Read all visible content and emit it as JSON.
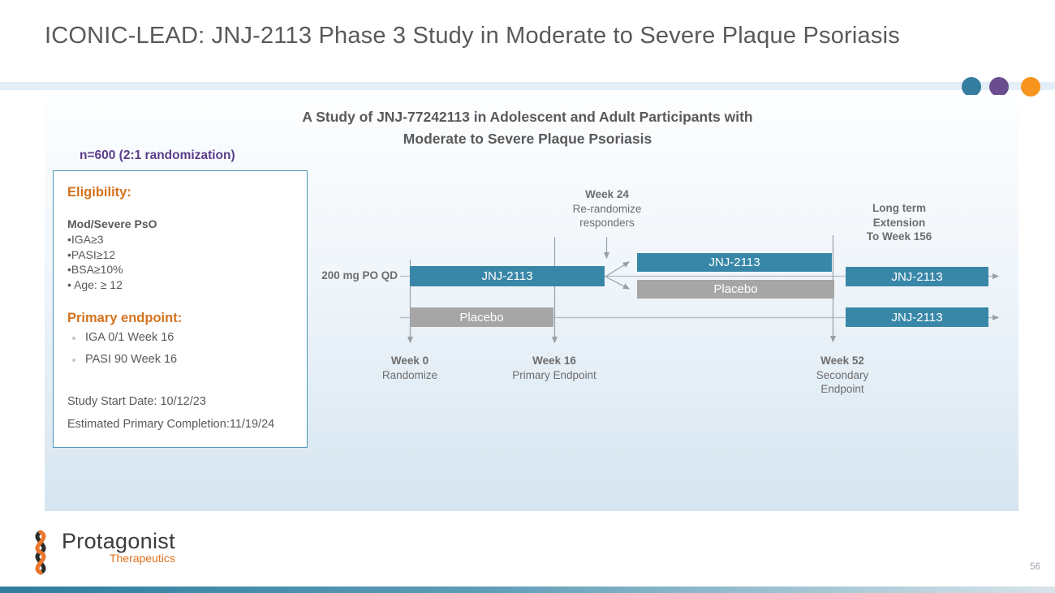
{
  "slide": {
    "title": "ICONIC-LEAD: JNJ-2113 Phase 3 Study in Moderate to Severe Plaque Psoriasis",
    "page_number": "56",
    "accent_dot_colors": {
      "teal": "#347d9e",
      "purple": "#6a4d8f",
      "orange": "#f7941e"
    }
  },
  "study_header": {
    "line1": "A Study of JNJ-77242113 in Adolescent and Adult Participants with",
    "line2": "Moderate to Severe Plaque Psoriasis",
    "randomization_note": "n=600 (2:1 randomization)"
  },
  "eligibility_box": {
    "eligibility_heading": "Eligibility:",
    "population": "Mod/Severe PsO",
    "criteria": [
      "•IGA≥3",
      "•PASI≥12",
      "•BSA≥10%",
      "• Age: ≥ 12"
    ],
    "primary_endpoint_heading": "Primary endpoint:",
    "endpoints": [
      "IGA 0/1 Week 16",
      "PASI 90 Week 16"
    ],
    "study_start": "Study Start Date: 10/12/23",
    "estimated_completion": "Estimated Primary Completion:11/19/24"
  },
  "diagram": {
    "dose_label": "200 mg PO QD",
    "milestones": {
      "week24": {
        "title": "Week 24",
        "line2": "Re-randomize",
        "line3": "responders"
      },
      "long_term_extension": {
        "line1": "Long term",
        "line2": "Extension",
        "line3": "To Week 156"
      },
      "week0": {
        "title": "Week 0",
        "subtitle": "Randomize"
      },
      "week16": {
        "title": "Week 16",
        "subtitle": "Primary Endpoint"
      },
      "week52": {
        "title": "Week 52",
        "subtitle1": "Secondary",
        "subtitle2": "Endpoint"
      }
    },
    "bars": {
      "main_jnj": "JNJ-2113",
      "main_placebo": "Placebo",
      "rerandomized_jnj": "JNJ-2113",
      "rerandomized_placebo": "Placebo",
      "extension_top_jnj": "JNJ-2113",
      "extension_bottom_jnj": "JNJ-2113"
    },
    "bar_colors": {
      "active": "#3987a8",
      "placebo": "#a6a6a6"
    }
  },
  "footer": {
    "logo_name": "Protagonist",
    "logo_sub": "Therapeutics"
  }
}
